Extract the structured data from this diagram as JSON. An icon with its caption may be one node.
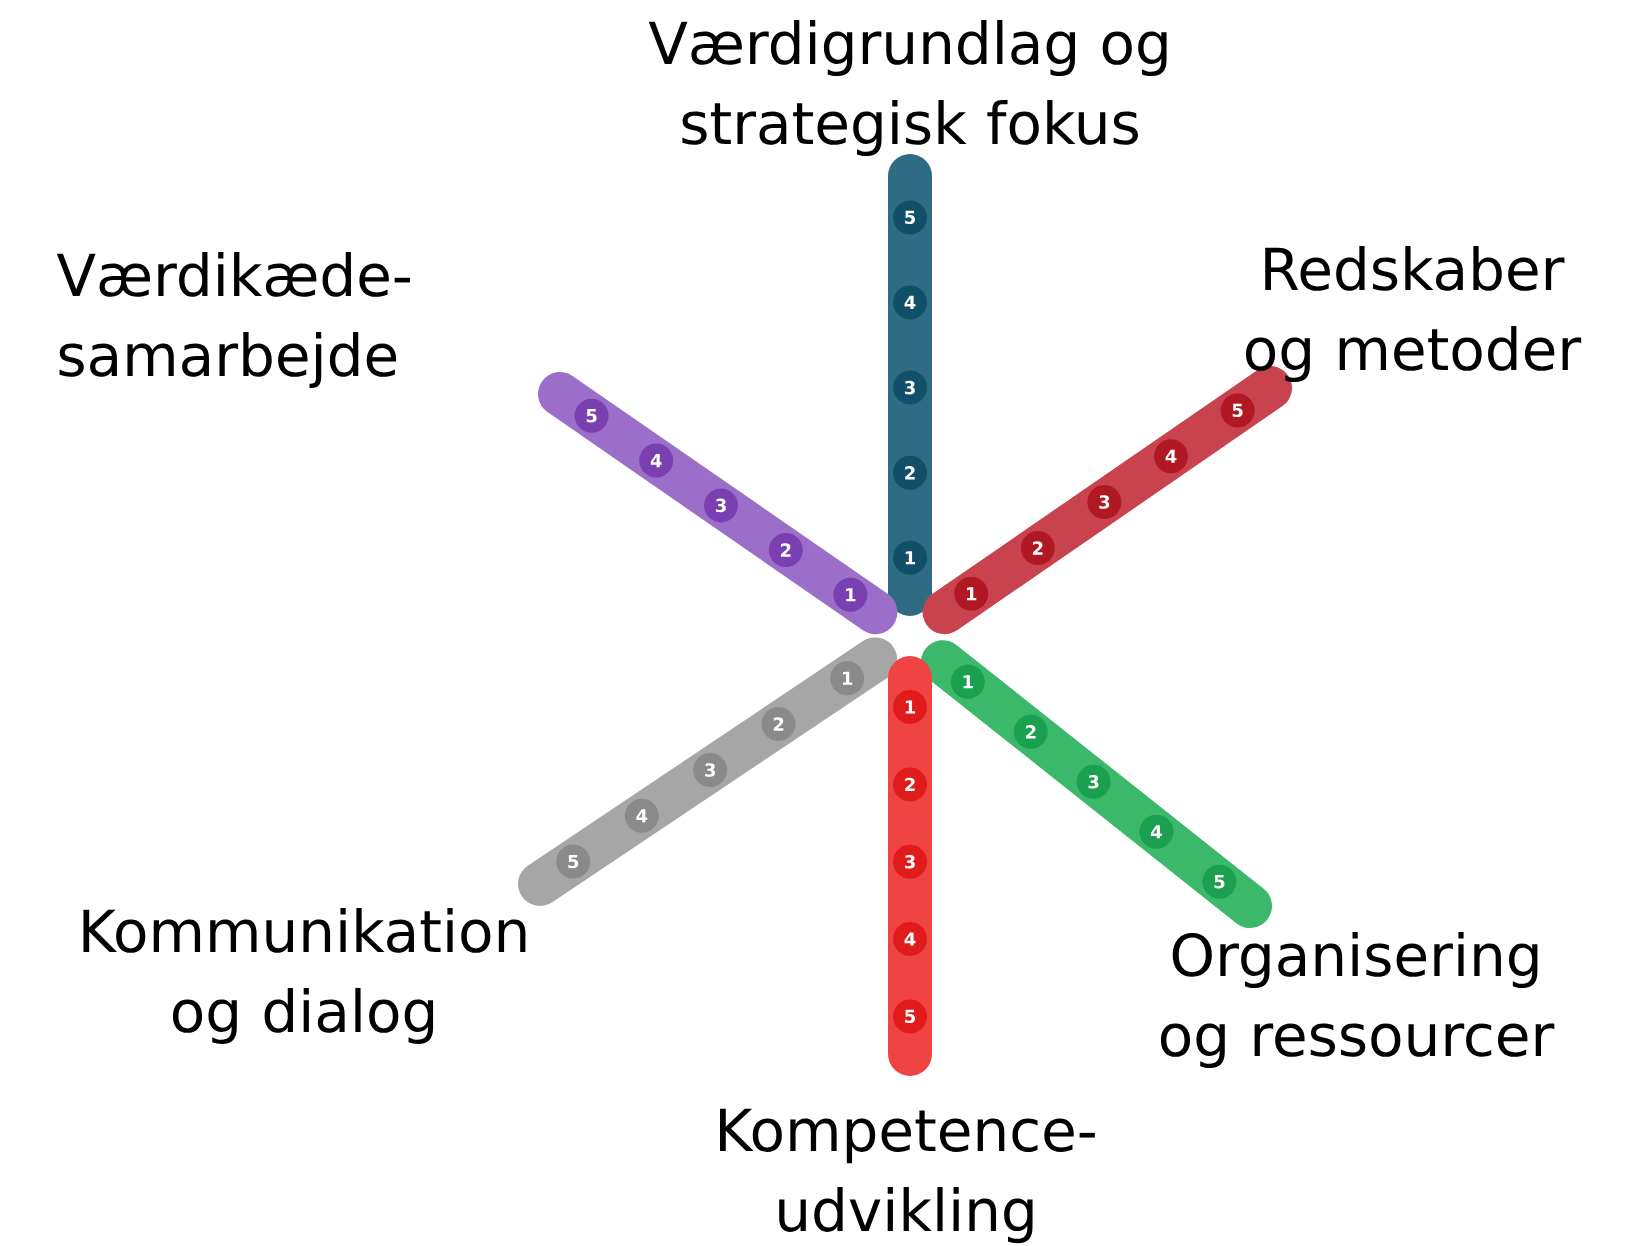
{
  "diagram": {
    "nodes": [
      {
        "text": [
          "Værdigrundlag og strategisk fokus"
        ]
      },
      {
        "text": [
          "1"
        ]
      },
      {
        "text": [
          "2"
        ]
      },
      {
        "text": [
          "3"
        ]
      },
      {
        "text": [
          "4"
        ]
      },
      {
        "text": [
          "5"
        ]
      },
      {
        "text": [
          "Værdikæde- samarbejde"
        ]
      },
      {
        "text": [
          "1"
        ]
      },
      {
        "text": [
          "2"
        ]
      },
      {
        "text": [
          "3"
        ]
      },
      {
        "text": [
          "4"
        ]
      },
      {
        "text": [
          "5"
        ]
      },
      {
        "text": [
          "Redskaber og metoder"
        ]
      },
      {
        "text": [
          "1"
        ]
      },
      {
        "text": [
          "2"
        ]
      },
      {
        "text": [
          "3"
        ]
      },
      {
        "text": [
          "4"
        ]
      },
      {
        "text": [
          "5"
        ]
      },
      {
        "text": [
          "Kommunikation og dialog"
        ]
      },
      {
        "text": [
          "1"
        ]
      },
      {
        "text": [
          "2"
        ]
      },
      {
        "text": [
          "3"
        ]
      },
      {
        "text": [
          "4"
        ]
      },
      {
        "text": [
          "5"
        ]
      },
      {
        "text": [
          "Organisering og ressourcer"
        ]
      },
      {
        "text": [
          "1"
        ]
      },
      {
        "text": [
          "2"
        ]
      },
      {
        "text": [
          "3"
        ]
      },
      {
        "text": [
          "4"
        ]
      },
      {
        "text": [
          "5"
        ]
      },
      {
        "text": [
          "Kompetence- udvikling"
        ]
      },
      {
        "text": [
          "1"
        ]
      },
      {
        "text": [
          "2"
        ]
      },
      {
        "text": [
          "3"
        ]
      },
      {
        "text": [
          "4"
        ]
      },
      {
        "text": [
          "5"
        ]
      }
    ]
  }
}
